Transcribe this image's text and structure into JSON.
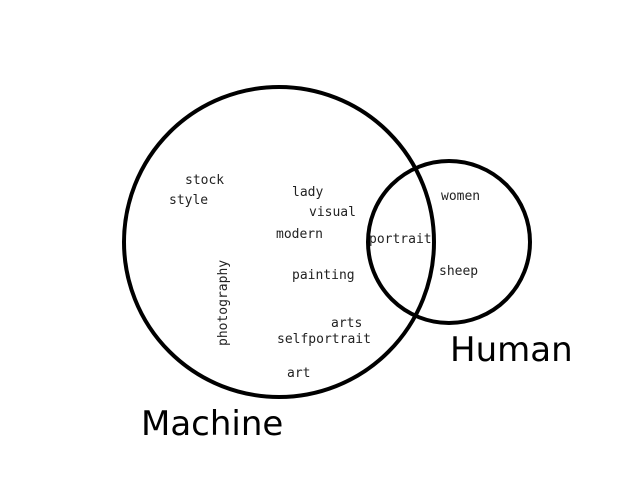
{
  "sets": {
    "machine": {
      "label": "Machine",
      "words": [
        "stock",
        "style",
        "lady",
        "visual",
        "modern",
        "photography",
        "painting",
        "arts",
        "selfportrait",
        "art"
      ]
    },
    "human": {
      "label": "Human",
      "words": [
        "women",
        "sheep"
      ]
    },
    "intersection": {
      "words": [
        "portrait"
      ]
    }
  },
  "colors": {
    "stroke": "#000000",
    "text": "#222222",
    "background": "#ffffff"
  }
}
